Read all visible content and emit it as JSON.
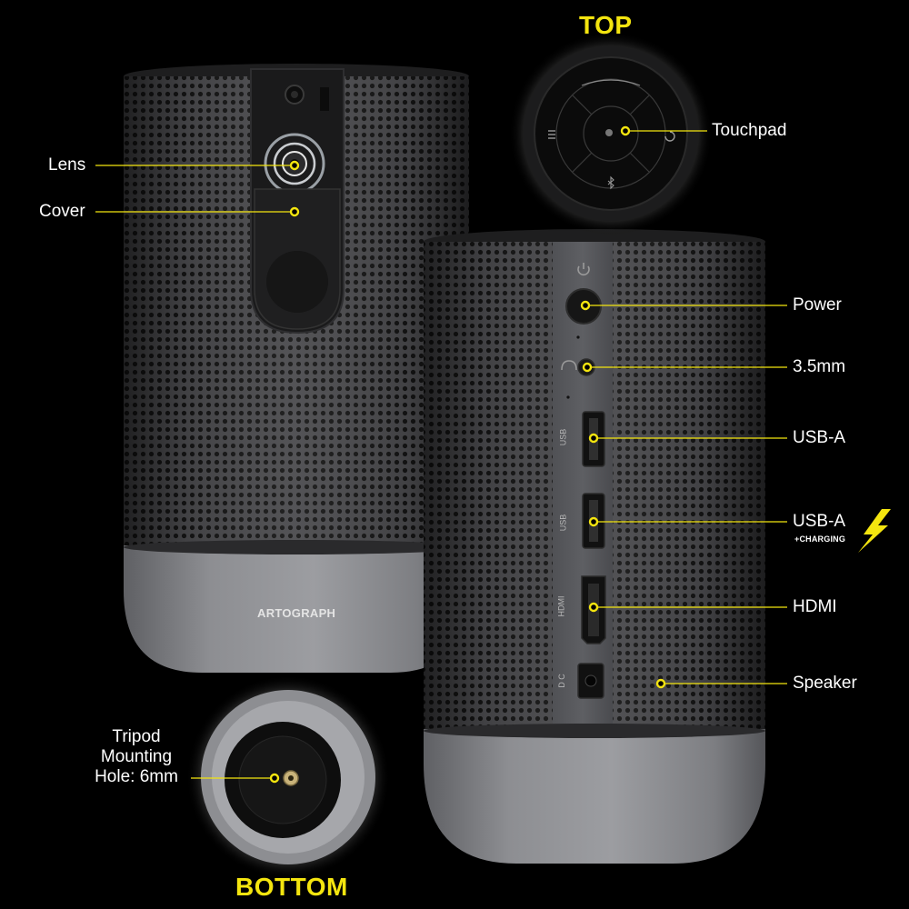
{
  "headings": {
    "top": "TOP",
    "bottom": "BOTTOM"
  },
  "brand": "ARTOGRAPH",
  "callouts": {
    "lens": "Lens",
    "cover": "Cover",
    "touchpad": "Touchpad",
    "power": "Power",
    "audio": "3.5mm",
    "usb_a": "USB-A",
    "usb_a_charging": "USB-A",
    "charging_note": "+CHARGING",
    "hdmi": "HDMI",
    "speaker": "Speaker",
    "tripod_line1": "Tripod",
    "tripod_line2": "Mounting",
    "tripod_line3": "Hole: 6mm"
  },
  "port_labels": {
    "usb": "USB",
    "usb_charge": "USB",
    "hdmi": "HDMI",
    "dc": "D C"
  },
  "colors": {
    "accent": "#f4e50f",
    "background": "#000000",
    "body_mesh": "#3e3e40",
    "base": "#8e8f93"
  },
  "icons": [
    "power-icon",
    "headphone-icon",
    "lightning-icon",
    "menu-icon",
    "back-icon",
    "bluetooth-icon"
  ]
}
